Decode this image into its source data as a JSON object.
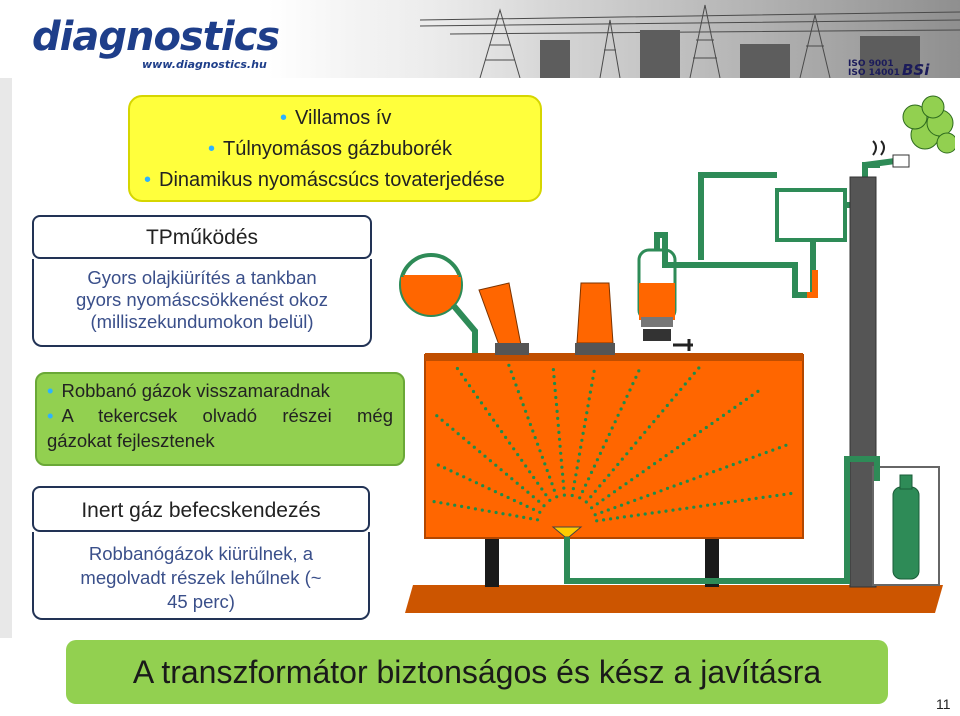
{
  "header": {
    "logo_text": "diagnostics",
    "logo_url": "www.diagnostics.hu",
    "iso_line1": "ISO 9001",
    "iso_line2": "ISO 14001",
    "bsi_text": "BSi"
  },
  "yellow_box": {
    "items": [
      "Villamos ív",
      "Túlnyomásos gázbuborék",
      "Dinamikus nyomáscsúcs tovaterjedése"
    ],
    "bullet_color": "#2db3ff",
    "fill_color": "#ffff3c"
  },
  "tp_box": {
    "title": "TPműködés",
    "line1": "Gyors olajkiürítés a tankban",
    "line2": "gyors nyomáscsökkenést okoz",
    "line3": "(milliszekundumokon belül)"
  },
  "green_box": {
    "item1": "Robbanó gázok visszamaradnak",
    "item2_line1": "A tekercsek olvadó részei még",
    "item2_line2": "gázokat fejlesztenek",
    "fill_color": "#92d050"
  },
  "inert_box": {
    "title": "Inert gáz befecskendezés",
    "line1": "Robbanógázok kiürülnek, a",
    "line2": "megolvadt részek lehűlnek (~",
    "line3": "45 perc)"
  },
  "banner": {
    "text": "A transzformátor biztonságos és kész a javításra",
    "fill_color": "#92d050"
  },
  "page_number": "11",
  "diagram": {
    "tank_color": "#ff6600",
    "pipe_color": "#2e8b57",
    "base_color": "#cc5500",
    "gas_color": "#92d050",
    "icons": [
      "transformer-tank",
      "conservator",
      "bushing",
      "nitrogen-cylinder",
      "gas-cloud",
      "depressurization-valve"
    ]
  }
}
